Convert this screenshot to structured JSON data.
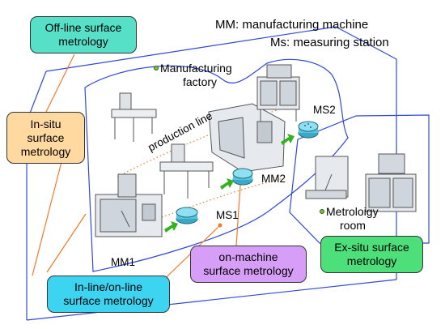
{
  "legend": {
    "mm": "MM: manufacturing machine",
    "ms": "Ms: measuring station"
  },
  "labels": {
    "factory_line1": "Manufacturing",
    "factory_line2": "factory",
    "production_line": "production line",
    "room_line1": "Metroloigy",
    "room_line2": "room",
    "mm1": "MM1",
    "mm2": "MM2",
    "ms1": "MS1",
    "ms2": "MS2"
  },
  "boxes": {
    "offline": {
      "line1": "Off-line surface",
      "line2": "metrology",
      "color": "#56e0c8"
    },
    "insitu": {
      "line1": "In-situ",
      "line2": "surface",
      "line3": "metrology",
      "color": "#ffd9a0"
    },
    "exsitu": {
      "line1": "Ex-situ surface",
      "line2": "metrology",
      "color": "#4de07a"
    },
    "onmachine": {
      "line1": "on-machine",
      "line2": "surface metrology",
      "color": "#d79ef7"
    },
    "inline": {
      "line1": "In-line/on-line",
      "line2": "surface metrology",
      "color": "#3dd4f2"
    }
  },
  "colors": {
    "outline": "#2f49d6",
    "leader": "#f07a2a",
    "arrow": "#33b21e",
    "disc": "#56c4e0"
  }
}
